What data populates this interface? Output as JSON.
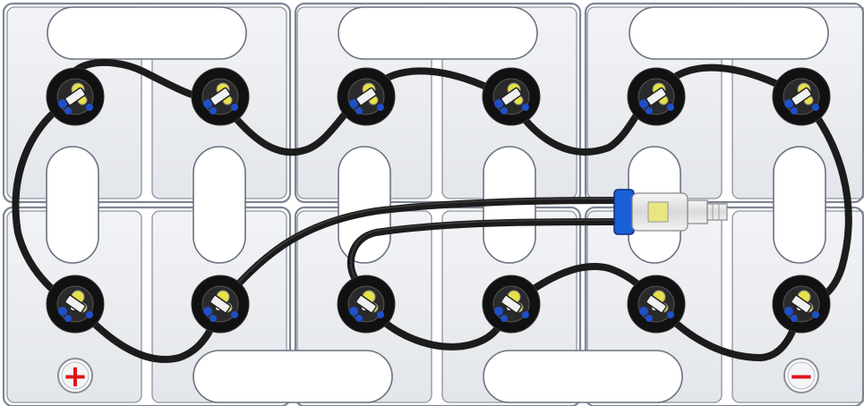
{
  "diagram": {
    "subject": "battery-bank-watering-system",
    "cells": {
      "rows": 2,
      "columns": 6,
      "count": 12
    },
    "terminals": {
      "positive": {
        "symbol": "+",
        "cell_row": 2,
        "cell_column": 1
      },
      "negative": {
        "symbol": "−",
        "cell_row": 2,
        "cell_column": 6
      }
    },
    "valves": {
      "count": 12
    },
    "colors": {
      "case_fill": "#eceef2",
      "case_stroke": "#8c93a0",
      "hose": "#1c1c1c",
      "valve_body": "#111111",
      "valve_float": "#e6e04a",
      "valve_blue": "#1f4fc9",
      "connector_blue": "#1a5fd8",
      "positive_red": "#e0141c",
      "negative_red": "#e0141c"
    }
  }
}
